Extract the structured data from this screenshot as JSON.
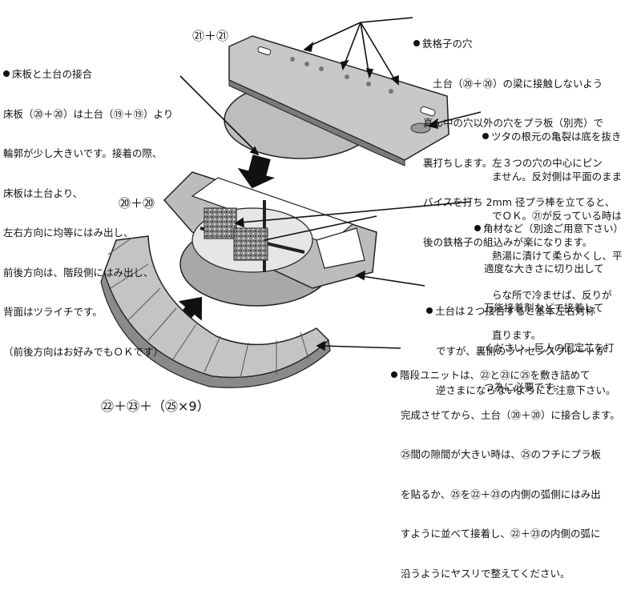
{
  "labels": {
    "top_plate": "㉑＋㉑",
    "base": "⑳＋⑳",
    "stairs": "㉒＋㉓＋（㉕×9）"
  },
  "notes": {
    "floor": {
      "title": "床板と土台の接合",
      "lines": [
        "床板（⑳＋⑳）は土台（⑲＋⑲）より",
        "輪郭が少し大きいです。接着の際、",
        "床板は土台より、",
        "左右方向に均等にはみ出し、",
        "前後方向は、階段側にはみ出し、",
        "背面はツライチです。",
        "（前後方向はお好みでもＯＫです）"
      ]
    },
    "grid": {
      "title": "鉄格子の穴",
      "lines": [
        "土台（⑳＋⑳）の梁に接触しないよう",
        "真ん中の穴以外の穴をプラ板（別売）で",
        "裏打ちします。左３つの穴の中心にピン",
        "バイスを打ち 2mm 径プラ棒を立てると、",
        "後の鉄格子の組込みが楽になります。"
      ]
    },
    "ivy": {
      "title": "ツタの根元の亀裂は底を抜き",
      "lines": [
        "ません。反対側は平面のまま",
        "でＯＫ。㉑が反っている時は",
        "熱湯に漬けて柔らかくし、平",
        "らな所で冷ませば、反りが",
        "直ります。"
      ]
    },
    "block": {
      "title": "角材など（別途ご用意下さい）",
      "lines": [
        "適度な大きさに切り出して",
        "万能接着剤などで接着して",
        "ください。巨人の固定芯を打",
        "つ為に必要です。"
      ]
    },
    "base": {
      "title": "土台は２つ接合すると基本左右対称",
      "lines": [
        "ですが、裏側のライセンスプレートが",
        "逆さまにならないようにご注意下さい。"
      ]
    },
    "stairs": {
      "title": "階段ユニットは、㉒と㉓に㉕を敷き詰めて",
      "lines": [
        "完成させてから、土台（⑳＋⑳）に接合します。",
        "㉕間の隙間が大きい時は、㉕のフチにプラ板",
        "を貼るか、㉕を㉒＋㉓の内側の弧側にはみ出",
        "すように並べて接着し、㉒＋㉓の内側の弧に",
        "沿うようにヤスリで整えてください。"
      ]
    }
  }
}
